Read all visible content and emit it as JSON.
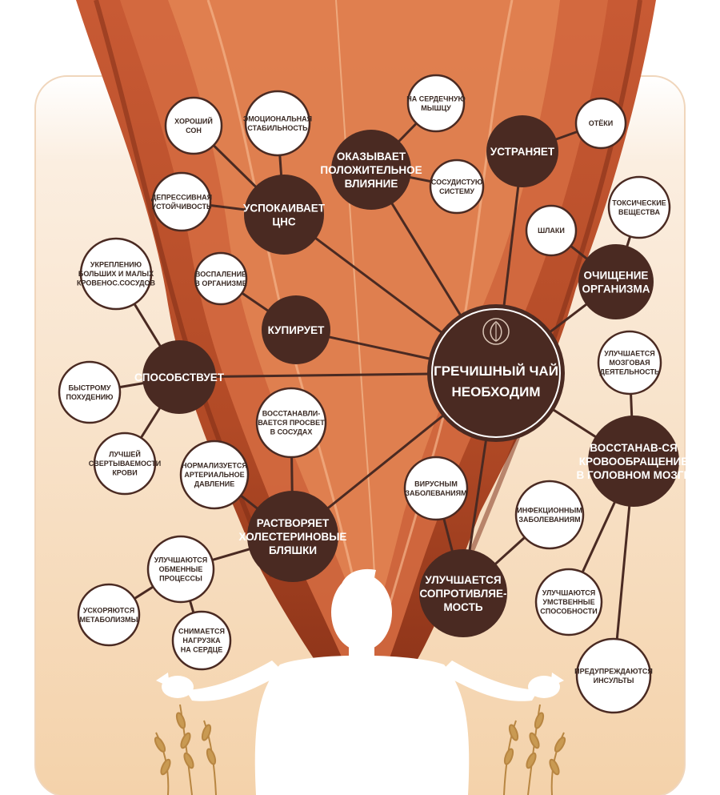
{
  "center": {
    "lines": [
      "ГРЕЧИШНЫЙ ЧАЙ",
      "НЕОБХОДИМ"
    ]
  },
  "hubs": [
    {
      "id": "uspokaivaet",
      "lines": [
        "УСПОКАИВАЕТ",
        "ЦНС"
      ]
    },
    {
      "id": "okazyvaet",
      "lines": [
        "ОКАЗЫВАЕТ",
        "ПОЛОЖИТЕЛЬНОЕ",
        "ВЛИЯНИЕ"
      ]
    },
    {
      "id": "ustranyaet",
      "lines": [
        "УСТРАНЯЕТ"
      ]
    },
    {
      "id": "ochishchenie",
      "lines": [
        "ОЧИЩЕНИЕ",
        "ОРГАНИЗМА"
      ]
    },
    {
      "id": "kupiruet",
      "lines": [
        "КУПИРУЕТ"
      ]
    },
    {
      "id": "sposobstvuet",
      "lines": [
        "СПОСОБСТВУЕТ"
      ]
    },
    {
      "id": "vosstanav",
      "lines": [
        "ВОССТАНАВ-СЯ",
        "КРОВООБРАЩЕНИЕ",
        "В ГОЛОВНОМ МОЗГЕ"
      ]
    },
    {
      "id": "rastvoryaet",
      "lines": [
        "РАСТВОРЯЕТ",
        "ХОЛЕСТЕРИНОВЫЕ",
        "БЛЯШКИ"
      ]
    },
    {
      "id": "uluchshaetsya",
      "lines": [
        "УЛУЧШАЕТСЯ",
        "СОПРОТИВЛЯЕ-",
        "МОСТЬ"
      ]
    }
  ],
  "leaves": [
    {
      "id": "son",
      "lines": [
        "ХОРОШИЙ",
        "СОН"
      ]
    },
    {
      "id": "emoc",
      "lines": [
        "ЭМОЦИОНАЛЬНАЯ",
        "СТАБИЛЬНОСТЬ"
      ]
    },
    {
      "id": "depres",
      "lines": [
        "ДЕПРЕССИВНАЯ",
        "УСТОЙЧИВОСТЬ"
      ]
    },
    {
      "id": "serdce",
      "lines": [
        "НА СЕРДЕЧНУЮ",
        "МЫШЦУ"
      ]
    },
    {
      "id": "sosud",
      "lines": [
        "СОСУДИСТУЮ",
        "СИСТЕМУ"
      ]
    },
    {
      "id": "oteki",
      "lines": [
        "ОТЁКИ"
      ]
    },
    {
      "id": "toks",
      "lines": [
        "ТОКСИЧЕСКИЕ",
        "ВЕЩЕСТВА"
      ]
    },
    {
      "id": "shlaki",
      "lines": [
        "ШЛАКИ"
      ]
    },
    {
      "id": "ukrep",
      "lines": [
        "УКРЕПЛЕНИЮ",
        "БОЛЬШИХ И МАЛЫХ",
        "КРОВЕНОС.СОСУДОВ"
      ]
    },
    {
      "id": "vospal",
      "lines": [
        "ВОСПАЛЕНИЕ",
        "В ОРГАНИЗМЕ"
      ]
    },
    {
      "id": "pohud",
      "lines": [
        "БЫСТРОМУ",
        "ПОХУДЕНИЮ"
      ]
    },
    {
      "id": "svert",
      "lines": [
        "ЛУЧШЕЙ",
        "СВЕРТЫВАЕМОСТИ",
        "КРОВИ"
      ]
    },
    {
      "id": "mozg",
      "lines": [
        "УЛУЧШАЕТСЯ",
        "МОЗГОВАЯ",
        "ДЕЯТЕЛЬНОСТЬ"
      ]
    },
    {
      "id": "prosvet",
      "lines": [
        "ВОССТАНАВЛИ-",
        "ВАЕТСЯ ПРОСВЕТ",
        "В СОСУДАХ"
      ]
    },
    {
      "id": "davlenie",
      "lines": [
        "НОРМАЛИЗУЕТСЯ",
        "АРТЕРИАЛЬНОЕ",
        "ДАВЛЕНИЕ"
      ]
    },
    {
      "id": "virus",
      "lines": [
        "ВИРУСНЫМ",
        "ЗАБОЛЕВАНИЯМ"
      ]
    },
    {
      "id": "infek",
      "lines": [
        "ИНФЕКЦИОННЫМ",
        "ЗАБОЛЕВАНИЯМ"
      ]
    },
    {
      "id": "obmen",
      "lines": [
        "УЛУЧШАЮТСЯ",
        "ОБМЕННЫЕ",
        "ПРОЦЕССЫ"
      ]
    },
    {
      "id": "metab",
      "lines": [
        "УСКОРЯЮТСЯ",
        "МЕТАБОЛИЗМЫ"
      ]
    },
    {
      "id": "nagruz",
      "lines": [
        "СНИМАЕТСЯ",
        "НАГРУЗКА",
        "НА СЕРДЦЕ"
      ]
    },
    {
      "id": "umstv",
      "lines": [
        "УЛУЧШАЮТСЯ",
        "УМСТВЕННЫЕ",
        "СПОСОБНОСТИ"
      ]
    },
    {
      "id": "insult",
      "lines": [
        "ПРЕДУПРЕЖДАЮТСЯ",
        "ИНСУЛЬТЫ"
      ]
    }
  ],
  "edges": [
    [
      "center",
      "uspokaivaet"
    ],
    [
      "center",
      "okazyvaet"
    ],
    [
      "center",
      "ustranyaet"
    ],
    [
      "center",
      "ochishchenie"
    ],
    [
      "center",
      "kupiruet"
    ],
    [
      "center",
      "sposobstvuet"
    ],
    [
      "center",
      "vosstanav"
    ],
    [
      "center",
      "rastvoryaet"
    ],
    [
      "center",
      "uluchshaetsya"
    ],
    [
      "uspokaivaet",
      "son"
    ],
    [
      "uspokaivaet",
      "emoc"
    ],
    [
      "uspokaivaet",
      "depres"
    ],
    [
      "okazyvaet",
      "serdce"
    ],
    [
      "okazyvaet",
      "sosud"
    ],
    [
      "ustranyaet",
      "oteki"
    ],
    [
      "ochishchenie",
      "toks"
    ],
    [
      "ochishchenie",
      "shlaki"
    ],
    [
      "kupiruet",
      "vospal"
    ],
    [
      "sposobstvuet",
      "ukrep"
    ],
    [
      "sposobstvuet",
      "pohud"
    ],
    [
      "sposobstvuet",
      "svert"
    ],
    [
      "vosstanav",
      "mozg"
    ],
    [
      "vosstanav",
      "umstv"
    ],
    [
      "vosstanav",
      "insult"
    ],
    [
      "rastvoryaet",
      "prosvet"
    ],
    [
      "rastvoryaet",
      "davlenie"
    ],
    [
      "rastvoryaet",
      "obmen"
    ],
    [
      "obmen",
      "metab"
    ],
    [
      "obmen",
      "nagruz"
    ],
    [
      "uluchshaetsya",
      "virus"
    ],
    [
      "uluchshaetsya",
      "infek"
    ]
  ],
  "colors": {
    "hub": "#4a2a22",
    "leaf_fill": "#ffffff",
    "leaf_stroke": "#4a2a22",
    "line": "#4a2a22",
    "flame_outer": "#9e3a1f",
    "flame_mid": "#d0683f",
    "flame_inner": "#e48a55",
    "background_warm": "#f6d9b5",
    "figure": "#ffffff",
    "plant": "#b88642"
  },
  "icons": [
    "leaf-emblem-icon",
    "meditating-figure-icon",
    "wheat-plant-icon"
  ]
}
